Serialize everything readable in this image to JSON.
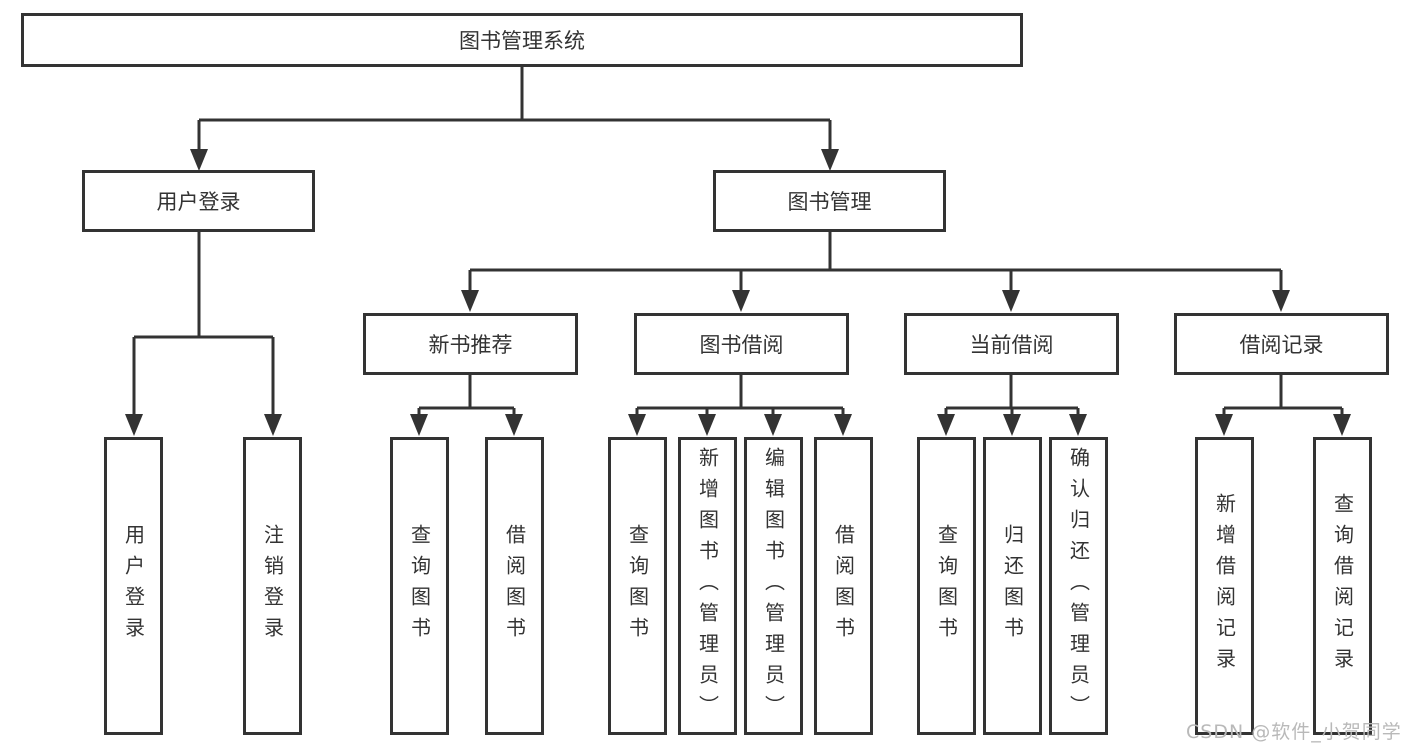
{
  "tree": {
    "label": "图书管理系统",
    "children": [
      {
        "label": "用户登录",
        "children": [
          {
            "label": "用户登录"
          },
          {
            "label": "注销登录"
          }
        ]
      },
      {
        "label": "图书管理",
        "children": [
          {
            "label": "新书推荐",
            "children": [
              {
                "label": "查询图书"
              },
              {
                "label": "借阅图书"
              }
            ]
          },
          {
            "label": "图书借阅",
            "children": [
              {
                "label": "查询图书"
              },
              {
                "label": "新增图书（管理员）"
              },
              {
                "label": "编辑图书（管理员）"
              },
              {
                "label": "借阅图书"
              }
            ]
          },
          {
            "label": "当前借阅",
            "children": [
              {
                "label": "查询图书"
              },
              {
                "label": "归还图书"
              },
              {
                "label": "确认归还（管理员）"
              }
            ]
          },
          {
            "label": "借阅记录",
            "children": [
              {
                "label": "新增借阅记录"
              },
              {
                "label": "查询借阅记录"
              }
            ]
          }
        ]
      }
    ]
  },
  "watermark": {
    "text": "CSDN @软件_小贺同学"
  },
  "colors": {
    "line": "#333333",
    "text": "#333333",
    "box_background": "#ffffff",
    "watermark": "#b9b9b9"
  }
}
